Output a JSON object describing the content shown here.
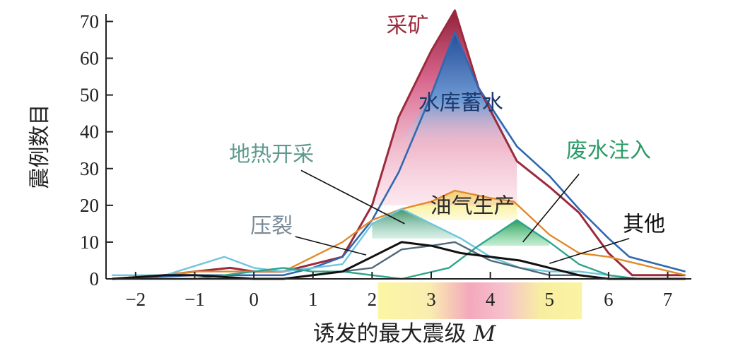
{
  "chart_data": {
    "type": "line",
    "xlabel": "诱发的最大震级",
    "xlabel_symbol": "M",
    "ylabel": "震例数目",
    "xlim": [
      -2.5,
      7.4
    ],
    "ylim": [
      0,
      72
    ],
    "x_ticks": [
      -2,
      -1,
      0,
      1,
      2,
      3,
      4,
      5,
      6,
      7
    ],
    "y_ticks": [
      0,
      10,
      20,
      30,
      40,
      50,
      60,
      70
    ],
    "grid": false,
    "series": [
      {
        "name": "采矿",
        "color": "#9c2a3c",
        "points": [
          [
            -2.4,
            0
          ],
          [
            -1.5,
            1
          ],
          [
            -1,
            2
          ],
          [
            -0.4,
            3
          ],
          [
            0,
            2
          ],
          [
            0.5,
            2
          ],
          [
            1,
            4
          ],
          [
            1.5,
            6
          ],
          [
            2,
            20
          ],
          [
            2.45,
            44
          ],
          [
            3,
            62
          ],
          [
            3.4,
            73
          ],
          [
            3.8,
            52
          ],
          [
            4.45,
            32
          ],
          [
            5,
            25
          ],
          [
            5.5,
            18
          ],
          [
            6,
            7
          ],
          [
            6.4,
            1
          ],
          [
            7.3,
            1
          ]
        ]
      },
      {
        "name": "水库蓄水",
        "color": "#3068b0",
        "points": [
          [
            -2.4,
            0
          ],
          [
            -1,
            1
          ],
          [
            0,
            1
          ],
          [
            0.5,
            1
          ],
          [
            1,
            3
          ],
          [
            1.5,
            6
          ],
          [
            2,
            16
          ],
          [
            2.45,
            29
          ],
          [
            3,
            50
          ],
          [
            3.4,
            67
          ],
          [
            3.8,
            52
          ],
          [
            4.45,
            36
          ],
          [
            5,
            28
          ],
          [
            5.5,
            19
          ],
          [
            6,
            11
          ],
          [
            6.35,
            6
          ],
          [
            7.3,
            2
          ]
        ]
      },
      {
        "name": "油气生产",
        "color": "#e08a2a",
        "points": [
          [
            -2.4,
            0
          ],
          [
            -1.5,
            1
          ],
          [
            -1,
            2
          ],
          [
            -0.5,
            2
          ],
          [
            0,
            2
          ],
          [
            0.5,
            2
          ],
          [
            1,
            6
          ],
          [
            1.5,
            10
          ],
          [
            2,
            16
          ],
          [
            2.5,
            19
          ],
          [
            3,
            21
          ],
          [
            3.4,
            24
          ],
          [
            4,
            22
          ],
          [
            4.4,
            21
          ],
          [
            5,
            12
          ],
          [
            5.5,
            7
          ],
          [
            6,
            6
          ],
          [
            7.3,
            1
          ]
        ]
      },
      {
        "name": "地热开采",
        "color": "#6fc6dc",
        "points": [
          [
            -2.4,
            1
          ],
          [
            -1.5,
            1
          ],
          [
            -0.5,
            6
          ],
          [
            0,
            3
          ],
          [
            0.5,
            2
          ],
          [
            1,
            3
          ],
          [
            1.5,
            4
          ],
          [
            2,
            15
          ],
          [
            2.5,
            19
          ],
          [
            3,
            15
          ],
          [
            3.5,
            11
          ],
          [
            4,
            6
          ],
          [
            4.5,
            3
          ],
          [
            5,
            2
          ],
          [
            5.5,
            2
          ],
          [
            6,
            1
          ],
          [
            6.5,
            0
          ],
          [
            7.3,
            0
          ]
        ]
      },
      {
        "name": "废水注入",
        "color": "#2ea48c",
        "points": [
          [
            -2.4,
            0
          ],
          [
            -1,
            0
          ],
          [
            0,
            2
          ],
          [
            0.5,
            3
          ],
          [
            1,
            2
          ],
          [
            1.5,
            2
          ],
          [
            2,
            1
          ],
          [
            2.5,
            0
          ],
          [
            3.3,
            3
          ],
          [
            3.8,
            9
          ],
          [
            4.45,
            16
          ],
          [
            5,
            10
          ],
          [
            5.5,
            4
          ],
          [
            6,
            1
          ],
          [
            6.5,
            0
          ],
          [
            7.3,
            0
          ]
        ]
      },
      {
        "name": "压裂",
        "color": "#506a7a",
        "points": [
          [
            -2.4,
            0
          ],
          [
            -1,
            0
          ],
          [
            0,
            0
          ],
          [
            0.5,
            0
          ],
          [
            1,
            1
          ],
          [
            1.5,
            2
          ],
          [
            2,
            3
          ],
          [
            2.5,
            8
          ],
          [
            3,
            9
          ],
          [
            3.4,
            10
          ],
          [
            4,
            5
          ],
          [
            4.5,
            3
          ],
          [
            5,
            1
          ],
          [
            5.5,
            1
          ],
          [
            6,
            0
          ],
          [
            6.5,
            0
          ],
          [
            7.3,
            0
          ]
        ]
      },
      {
        "name": "其他",
        "color": "#111111",
        "points": [
          [
            -2.4,
            0
          ],
          [
            -1.5,
            1
          ],
          [
            -1,
            1
          ],
          [
            0,
            0
          ],
          [
            0.5,
            0
          ],
          [
            1,
            1
          ],
          [
            1.5,
            2
          ],
          [
            2,
            6
          ],
          [
            2.5,
            10
          ],
          [
            3,
            9
          ],
          [
            3.5,
            7
          ],
          [
            4,
            6
          ],
          [
            4.5,
            5
          ],
          [
            5,
            3
          ],
          [
            5.5,
            1
          ],
          [
            6,
            0
          ],
          [
            6.5,
            0
          ],
          [
            7.3,
            0
          ]
        ]
      }
    ],
    "labels": [
      {
        "text": "采矿",
        "color": "#9c2a3c",
        "x": 2.6,
        "y": 67
      },
      {
        "text": "水库蓄水",
        "color": "#1e3a6e",
        "x": 3.5,
        "y": 46
      },
      {
        "text": "地热开采",
        "color": "#5f9a8e",
        "x": 0.3,
        "y": 32
      },
      {
        "text": "废水注入",
        "color": "#2a9a66",
        "x": 6.0,
        "y": 33
      },
      {
        "text": "油气生产",
        "color": "#2a2a2a",
        "x": 3.7,
        "y": 18
      },
      {
        "text": "其他",
        "color": "#111111",
        "x": 6.6,
        "y": 13
      },
      {
        "text": "压裂",
        "color": "#7a8a96",
        "x": 0.3,
        "y": 12.5
      }
    ],
    "leaders": [
      {
        "for": "地热开采",
        "from": [
          0.8,
          29.5
        ],
        "to": [
          2.55,
          15
        ]
      },
      {
        "for": "废水注入",
        "from": [
          5.5,
          28.5
        ],
        "to": [
          4.55,
          10
        ]
      },
      {
        "for": "其他",
        "from": [
          6.35,
          11
        ],
        "to": [
          5.0,
          4.2
        ]
      },
      {
        "for": "压裂",
        "from": [
          0.7,
          11.5
        ],
        "to": [
          1.9,
          6.5
        ]
      }
    ]
  }
}
